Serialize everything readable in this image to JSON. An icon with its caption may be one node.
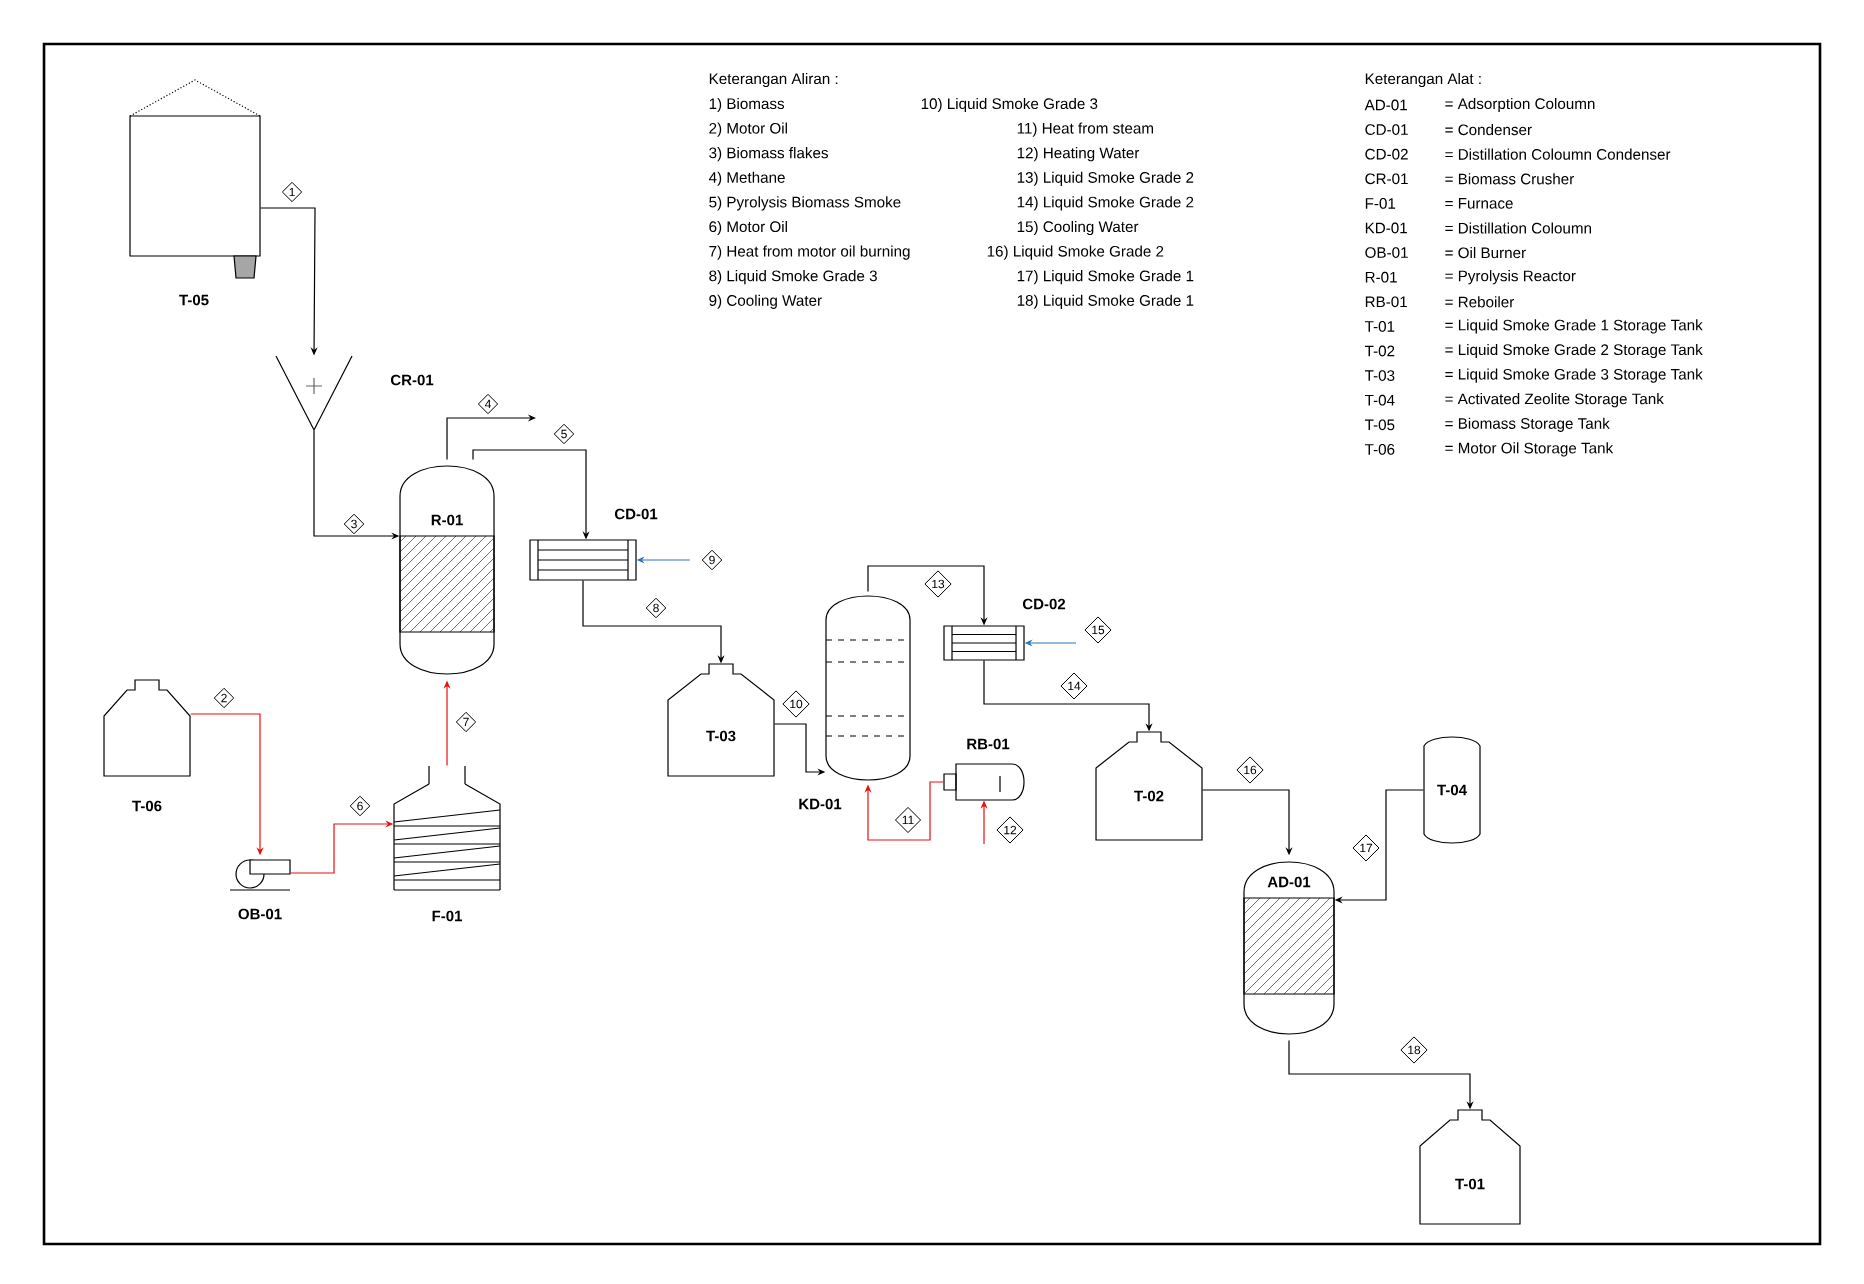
{
  "diagram": {
    "nodes": [
      {
        "text": [
          "T-05"
        ]
      },
      {
        "text": [
          "CR-01"
        ]
      },
      {
        "text": [
          "R-01"
        ]
      },
      {
        "text": [
          "CD-01"
        ]
      },
      {
        "text": [
          "T-06"
        ]
      },
      {
        "text": [
          "OB-01"
        ]
      },
      {
        "text": [
          "F-01"
        ]
      },
      {
        "text": [
          "T-03"
        ]
      },
      {
        "text": [
          "KD-01"
        ]
      },
      {
        "text": [
          "RB-01"
        ]
      },
      {
        "text": [
          "CD-02"
        ]
      },
      {
        "text": [
          "T-02"
        ]
      },
      {
        "text": [
          "T-04"
        ]
      },
      {
        "text": [
          "AD-01"
        ]
      },
      {
        "text": [
          "T-01"
        ]
      }
    ],
    "edges": [
      {
        "from": 0,
        "to": 1,
        "arrow": "to",
        "label": "1"
      },
      {
        "from": 4,
        "to": 5,
        "arrow": "to",
        "label": "2",
        "color": "#e81010"
      },
      {
        "from": 1,
        "to": 2,
        "arrow": "to",
        "label": "3"
      },
      {
        "from": 2,
        "to": null,
        "arrow": "to",
        "label": "4"
      },
      {
        "from": 2,
        "to": 3,
        "arrow": "to",
        "label": "5"
      },
      {
        "from": 5,
        "to": 6,
        "arrow": "to",
        "label": "6",
        "color": "#e81010"
      },
      {
        "from": 6,
        "to": 2,
        "arrow": "to",
        "label": "7",
        "color": "#e81010"
      },
      {
        "from": 3,
        "to": 7,
        "arrow": "to",
        "label": "8"
      },
      {
        "from": null,
        "to": 3,
        "arrow": "to",
        "label": "9",
        "color": "#2e75b6"
      },
      {
        "from": 7,
        "to": 8,
        "arrow": "to",
        "label": "10"
      },
      {
        "from": 9,
        "to": 8,
        "arrow": "to",
        "label": "11",
        "color": "#e81010"
      },
      {
        "from": null,
        "to": 9,
        "arrow": "to",
        "label": "12",
        "color": "#e81010"
      },
      {
        "from": 8,
        "to": 10,
        "arrow": "to",
        "label": "13"
      },
      {
        "from": 10,
        "to": 11,
        "arrow": "to",
        "label": "14"
      },
      {
        "from": null,
        "to": 10,
        "arrow": "to",
        "label": "15",
        "color": "#2e75b6"
      },
      {
        "from": 11,
        "to": 13,
        "arrow": "to",
        "label": "16"
      },
      {
        "from": 12,
        "to": 13,
        "arrow": "to",
        "label": "17"
      },
      {
        "from": 13,
        "to": 14,
        "arrow": "to",
        "label": "18"
      }
    ],
    "labels": [
      "Keterangan Aliran :",
      "1) Biomass",
      "10) Liquid Smoke Grade 3",
      "2) Motor Oil",
      "11) Heat from steam",
      "3) Biomass flakes",
      "12) Heating Water",
      "4) Methane",
      "13) Liquid Smoke Grade 2",
      "5) Pyrolysis Biomass Smoke",
      "14) Liquid Smoke Grade 2",
      "6) Motor Oil",
      "15) Cooling Water",
      "7) Heat from motor oil burning",
      "16) Liquid Smoke Grade 2",
      "8) Liquid Smoke Grade 3",
      "17) Liquid Smoke Grade 1",
      "9) Cooling Water",
      "18) Liquid Smoke Grade 1",
      "Keterangan Alat :",
      "AD-01",
      "= Adsorption Coloumn",
      "CD-01",
      "= Condenser",
      "CD-02",
      "= Distillation Coloumn Condenser",
      "CR-01",
      "= Biomass Crusher",
      "F-01",
      "= Furnace",
      "KD-01",
      "= Distillation Coloumn",
      "OB-01",
      "= Oil Burner",
      "R-01",
      "= Pyrolysis Reactor",
      "RB-01",
      "= Reboiler",
      "T-01",
      "= Liquid Smoke Grade 1 Storage Tank",
      "T-02",
      "= Liquid Smoke Grade 2 Storage Tank",
      "T-03",
      "= Liquid Smoke Grade 3 Storage Tank",
      "T-04",
      "= Activated Zeolite Storage Tank",
      "T-05",
      "= Biomass Storage Tank",
      "T-06",
      "= Motor Oil Storage Tank"
    ]
  }
}
